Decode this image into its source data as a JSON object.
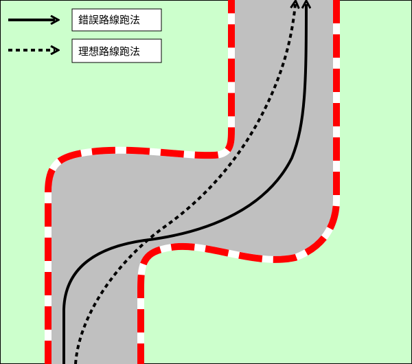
{
  "legend": {
    "items": [
      {
        "label": "錯誤路線跑法",
        "style": "solid",
        "icon": "solid-arrow-icon"
      },
      {
        "label": "理想路線跑法",
        "style": "dotted",
        "icon": "dotted-arrow-icon"
      }
    ]
  },
  "colors": {
    "background": "#ccffcc",
    "track": "#c0c0c0",
    "kerb_red": "#ff0000",
    "kerb_white": "#ffffff",
    "line": "#000000",
    "legend_box_fill": "#ffffff",
    "legend_box_border": "#000000"
  }
}
